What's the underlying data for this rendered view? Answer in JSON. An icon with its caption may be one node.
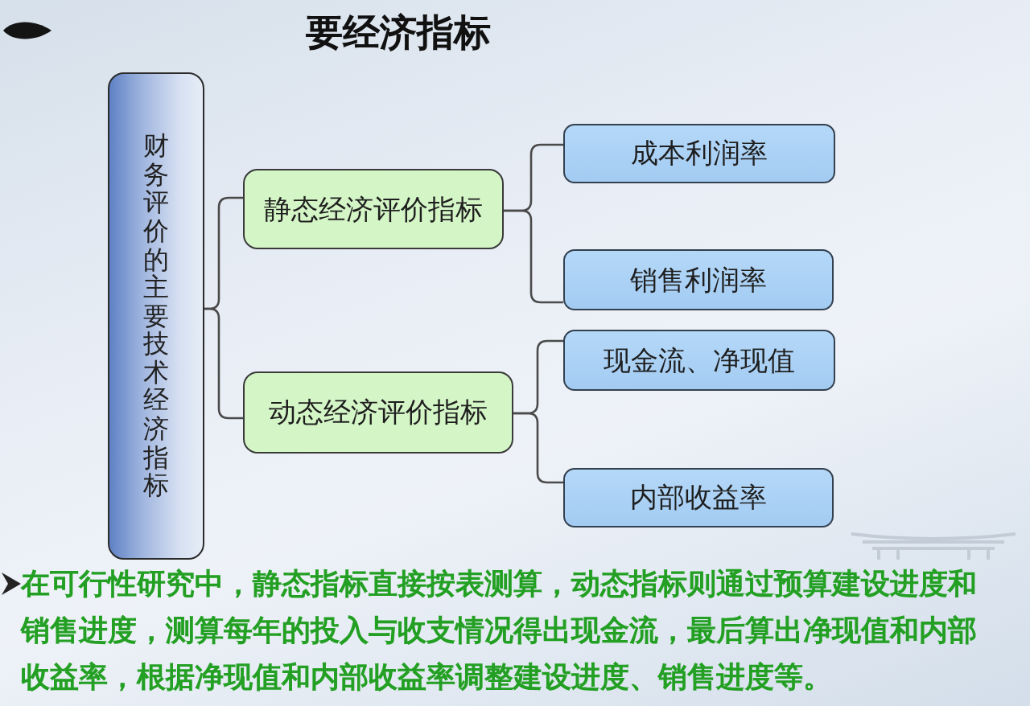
{
  "diagram": {
    "title": "要经济指标",
    "nodes": [
      {
        "text": [
          "财务评价的主要技术经济指标"
        ]
      },
      {
        "text": [
          "静态经济评价指标"
        ]
      },
      {
        "text": [
          "动态经济评价指标"
        ]
      },
      {
        "text": [
          "成本利润率"
        ]
      },
      {
        "text": [
          "销售利润率"
        ]
      },
      {
        "text": [
          "现金流、净现值"
        ]
      },
      {
        "text": [
          "内部收益率"
        ]
      }
    ],
    "edges": [
      {
        "from": 0,
        "to": 1,
        "arrow": "none"
      },
      {
        "from": 0,
        "to": 2,
        "arrow": "none"
      },
      {
        "from": 1,
        "to": 3,
        "arrow": "none"
      },
      {
        "from": 1,
        "to": 4,
        "arrow": "none"
      },
      {
        "from": 2,
        "to": 5,
        "arrow": "none"
      },
      {
        "from": 2,
        "to": 6,
        "arrow": "none"
      }
    ],
    "labels": [
      "在可行性研究中，静态指标直接按表测算，动态指标则通过预算建设进度和销售进度，测算每年的投入与收支情况得出现金流，最后算出净现值和内部收益率，根据净现值和内部收益率调整建设进度、销售进度等。"
    ]
  }
}
